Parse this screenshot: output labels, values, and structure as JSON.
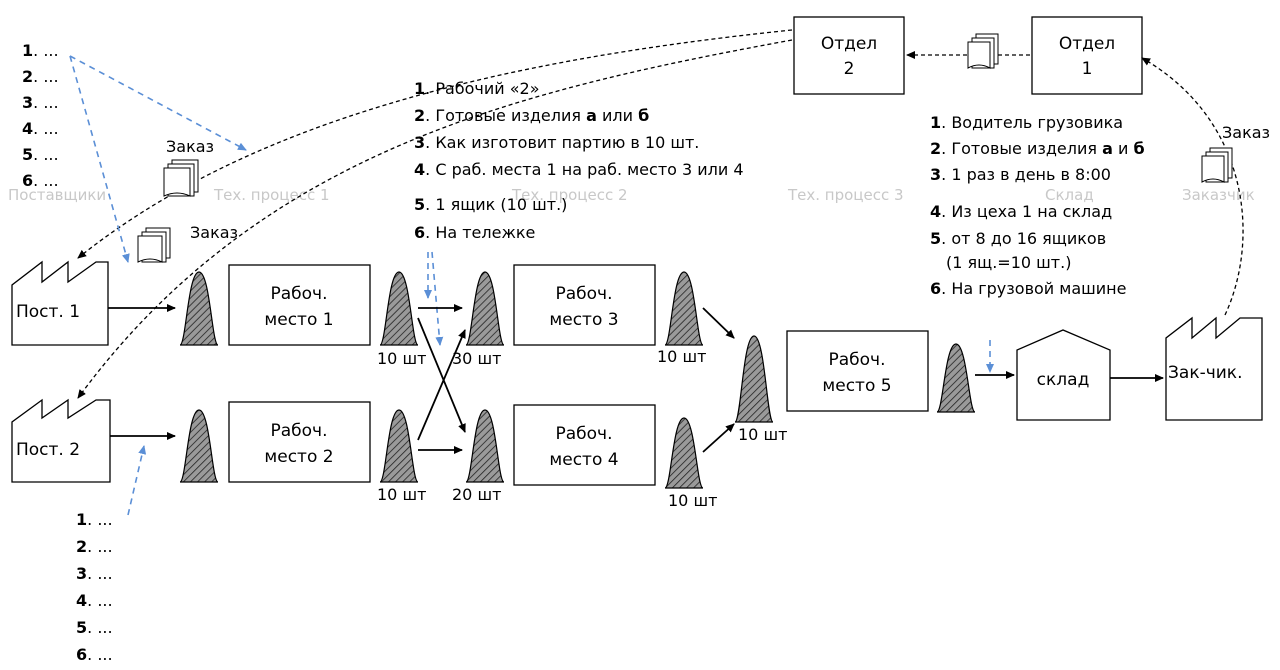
{
  "headers": {
    "suppliers": "Поставщики",
    "process1": "Тех. процесс 1",
    "process2": "Тех. процесс 2",
    "process3": "Тех. процесс 3",
    "warehouse": "Склад",
    "customer": "Заказчик"
  },
  "departments": {
    "dept2_line1": "Отдел",
    "dept2_line2": "2",
    "dept1_line1": "Отдел",
    "dept1_line2": "1"
  },
  "orders": {
    "order_top": "Заказ",
    "order_left": "Заказ",
    "order_right": "Заказ"
  },
  "suppliers": {
    "s1": "Пост. 1",
    "s2": "Пост. 2"
  },
  "workstations": {
    "ws1_line1": "Рабоч.",
    "ws1_line2": "место 1",
    "ws2_line1": "Рабоч.",
    "ws2_line2": "место 2",
    "ws3_line1": "Рабоч.",
    "ws3_line2": "место 3",
    "ws4_line1": "Рабоч.",
    "ws4_line2": "место 4",
    "ws5_line1": "Рабоч.",
    "ws5_line2": "место 5"
  },
  "nodes": {
    "warehouse": "склад",
    "customer": "Зак-чик."
  },
  "inventory": {
    "inv_ws1_out": "10 шт",
    "inv_ws2_out": "10 шт",
    "inv_ws3_in": "30 шт",
    "inv_ws4_in": "20 шт",
    "inv_ws3_out": "10 шт",
    "inv_ws4_out": "10 шт",
    "inv_ws5_in": "10 шт"
  },
  "list_top_left": [
    {
      "num": "1",
      "text": ". ..."
    },
    {
      "num": "2",
      "text": ". ..."
    },
    {
      "num": "3",
      "text": ". ..."
    },
    {
      "num": "4",
      "text": ". ..."
    },
    {
      "num": "5",
      "text": ". ..."
    },
    {
      "num": "6",
      "text": ". ..."
    }
  ],
  "list_bottom_left": [
    {
      "num": "1",
      "text": ". ..."
    },
    {
      "num": "2",
      "text": ". ..."
    },
    {
      "num": "3",
      "text": ". ..."
    },
    {
      "num": "4",
      "text": ". ..."
    },
    {
      "num": "5",
      "text": ". ..."
    },
    {
      "num": "6",
      "text": ". ..."
    }
  ],
  "list_middle": [
    {
      "num": "1",
      "text": ". Рабочий «2»"
    },
    {
      "num": "2",
      "text": ". Готовые изделия ",
      "bold": "а",
      "text2": " или ",
      "bold2": "б"
    },
    {
      "num": "3",
      "text": ". Как изготовит партию в 10 шт."
    },
    {
      "num": "4",
      "text": ". С раб. места 1 на раб. место 3 или 4"
    },
    {
      "num": "5",
      "text": ". 1 ящик (10 шт.)"
    },
    {
      "num": "6",
      "text": ". На тележке"
    }
  ],
  "list_right": [
    {
      "num": "1",
      "text": ". Водитель грузовика"
    },
    {
      "num": "2",
      "text": ". Готовые изделия ",
      "bold": "а",
      "text2": " и ",
      "bold2": "б"
    },
    {
      "num": "3",
      "text": ". 1 раз в день в 8:00"
    },
    {
      "num": "4",
      "text": ". Из цеха 1 на склад"
    },
    {
      "num": "5",
      "text": ". от 8 до 16 ящиков"
    },
    {
      "num": "",
      "text": "(1 ящ.=10 шт.)"
    },
    {
      "num": "6",
      "text": ". На грузовой машине"
    }
  ]
}
